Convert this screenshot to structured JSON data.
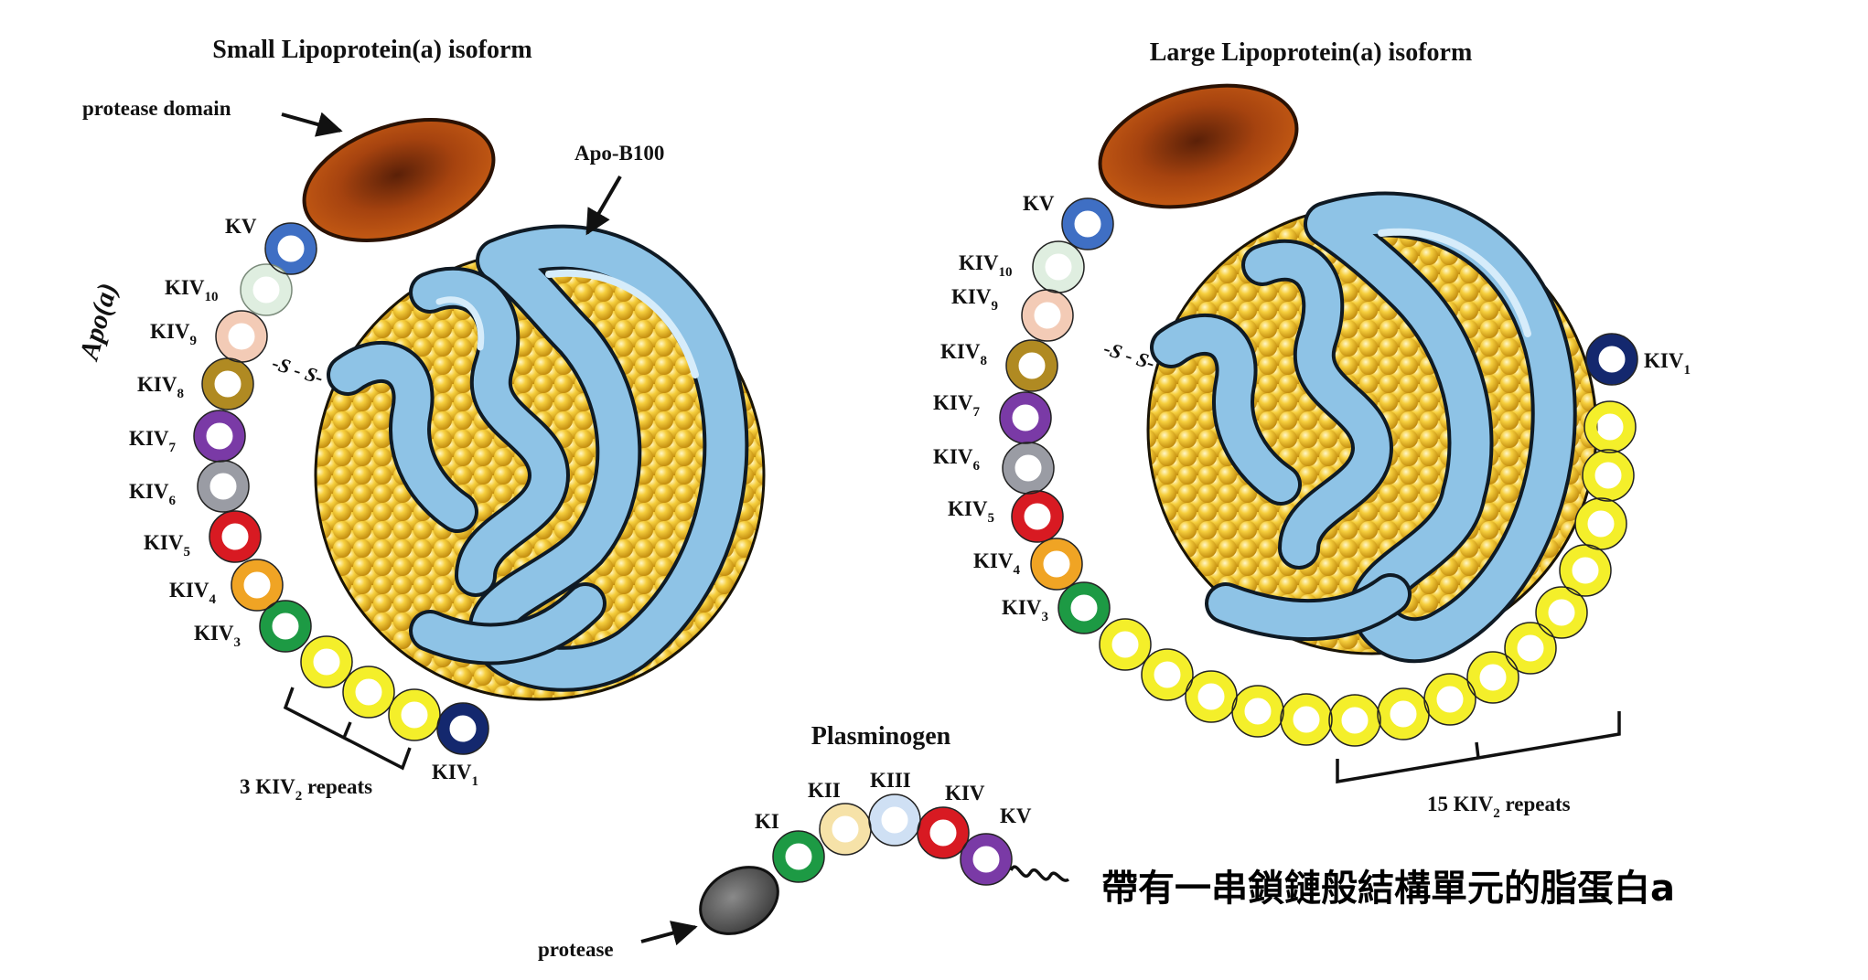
{
  "small": {
    "title": "Small Lipoprotein(a) isoform",
    "protease_domain": "protease domain",
    "apob100": "Apo-B100",
    "apoa": "Apo(a)",
    "disulfide": "-S - S-",
    "kv": "KV",
    "kiv_base": "KIV",
    "kiv10_sub": "10",
    "kiv9_sub": "9",
    "kiv8_sub": "8",
    "kiv7_sub": "7",
    "kiv6_sub": "6",
    "kiv5_sub": "5",
    "kiv4_sub": "4",
    "kiv3_sub": "3",
    "kiv1_sub": "1",
    "repeats_pre": "3 KIV",
    "repeats_sub": "2",
    "repeats_post": " repeats"
  },
  "large": {
    "title": "Large Lipoprotein(a) isoform",
    "disulfide": "-S - S-",
    "kv": "KV",
    "kiv_base": "KIV",
    "kiv10_sub": "10",
    "kiv9_sub": "9",
    "kiv8_sub": "8",
    "kiv7_sub": "7",
    "kiv6_sub": "6",
    "kiv5_sub": "5",
    "kiv4_sub": "4",
    "kiv3_sub": "3",
    "kiv1_sub": "1",
    "repeats_pre": "15 KIV",
    "repeats_sub": "2",
    "repeats_post": " repeats"
  },
  "plasminogen": {
    "title": "Plasminogen",
    "ki": "KI",
    "kii": "KII",
    "kiii": "KIII",
    "kiv": "KIV",
    "kv": "KV",
    "protease": "protease"
  },
  "caption": "帶有一串鎖鏈般結構單元的脂蛋白a",
  "colors": {
    "protease_domain": "#b24a10",
    "apob100": "#8ec3e6",
    "lipid_core": "#f2c230",
    "kv": "#3f6fc4",
    "kiv10": "#dfeee0",
    "kiv9": "#f3cbb6",
    "kiv8": "#b08a22",
    "kiv7": "#7a3aa6",
    "kiv6": "#9a9ca4",
    "kiv5": "#d81a22",
    "kiv4": "#f0a424",
    "kiv3": "#1d9a44",
    "kiv2": "#f4ef2a",
    "kiv1": "#14286e",
    "plasminogen_protease": "#555555"
  }
}
